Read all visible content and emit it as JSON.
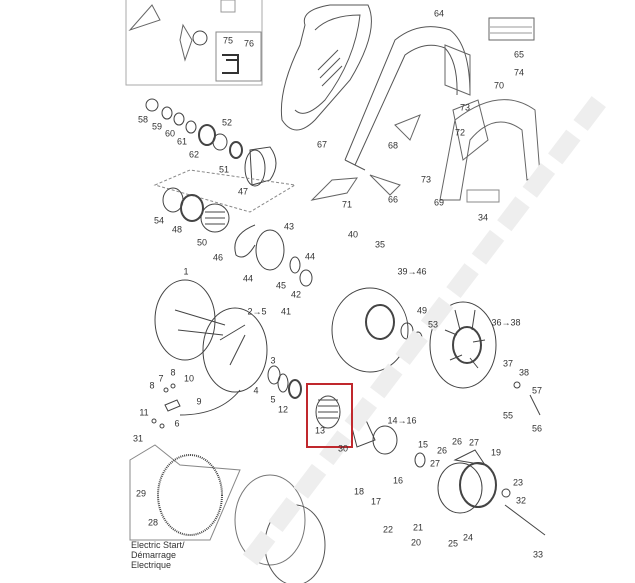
{
  "diagram": {
    "highlight_part": "13",
    "highlight_color": "#c0282d",
    "note_lines": [
      "Electric Start/",
      "Démarrage",
      "Electrique"
    ],
    "labels": [
      "75",
      "76",
      "58",
      "59",
      "60",
      "61",
      "62",
      "52",
      "51",
      "47",
      "54",
      "48",
      "50",
      "46",
      "43",
      "44",
      "44",
      "45",
      "42",
      "41",
      "40",
      "35",
      "39→46",
      "1",
      "2→5",
      "3",
      "4",
      "5",
      "12",
      "13",
      "30",
      "14→16",
      "15",
      "16",
      "18",
      "17",
      "49",
      "53",
      "36→38",
      "37",
      "38",
      "57",
      "55",
      "56",
      "26",
      "27",
      "26",
      "27",
      "19",
      "23",
      "32",
      "33",
      "22",
      "21",
      "20",
      "25",
      "24",
      "7",
      "8",
      "10",
      "8",
      "9",
      "6",
      "11",
      "31",
      "29",
      "28",
      "64",
      "65",
      "74",
      "70",
      "73",
      "72",
      "68",
      "67",
      "71",
      "66",
      "73",
      "69",
      "34"
    ]
  }
}
